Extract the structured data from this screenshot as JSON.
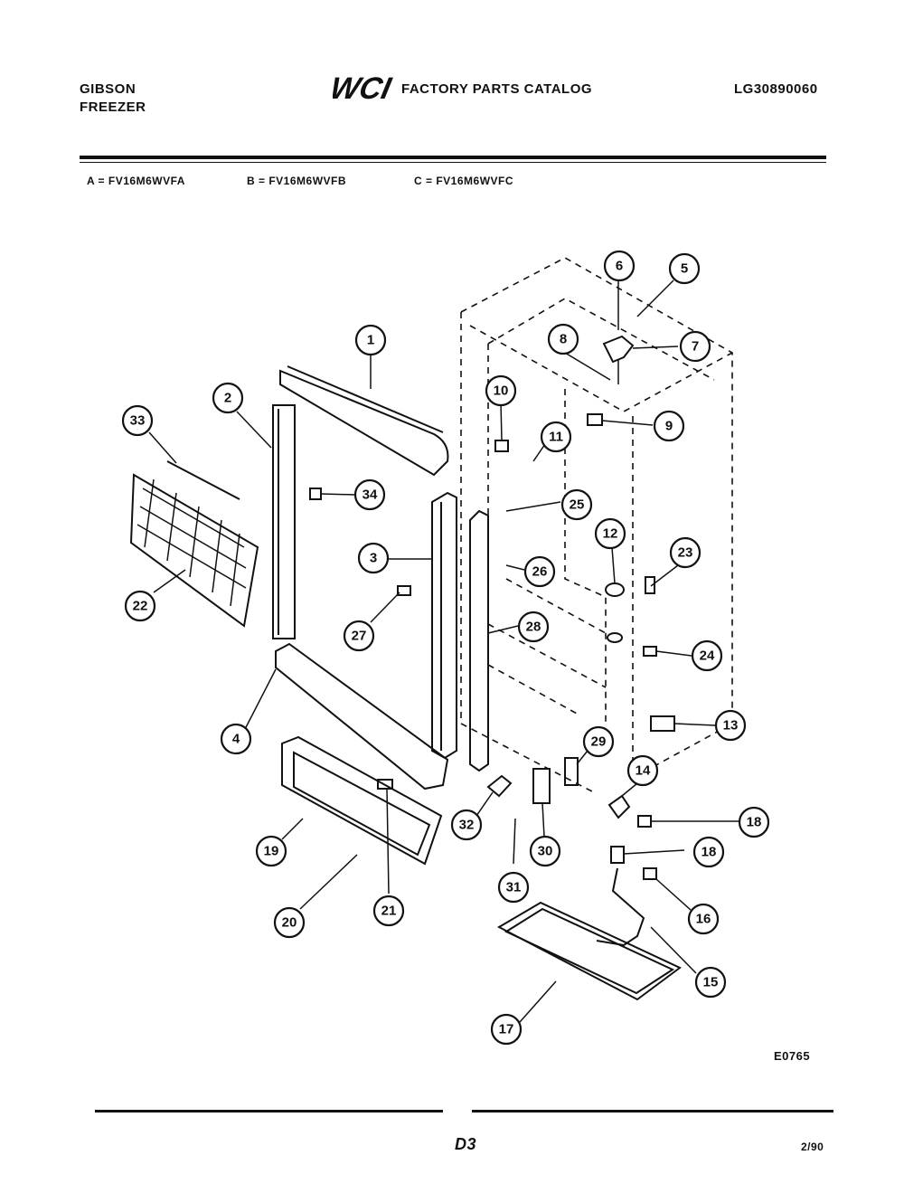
{
  "header": {
    "brand_line1": "GIBSON",
    "brand_line2": "FREEZER",
    "logo_text": "WCI",
    "catalog_title": "FACTORY PARTS CATALOG",
    "catalog_number": "LG30890060"
  },
  "models": {
    "a": "A = FV16M6WVFA",
    "b": "B = FV16M6WVFB",
    "c": "C = FV16M6WVFC"
  },
  "callouts": [
    "1",
    "2",
    "3",
    "4",
    "5",
    "6",
    "7",
    "8",
    "9",
    "10",
    "11",
    "12",
    "13",
    "14",
    "15",
    "16",
    "17",
    "18",
    "18",
    "19",
    "20",
    "21",
    "22",
    "23",
    "24",
    "25",
    "26",
    "27",
    "28",
    "29",
    "30",
    "31",
    "32",
    "33",
    "34"
  ],
  "footer": {
    "diagram_code": "E0765",
    "page_code": "D3",
    "date_code": "2/90"
  }
}
